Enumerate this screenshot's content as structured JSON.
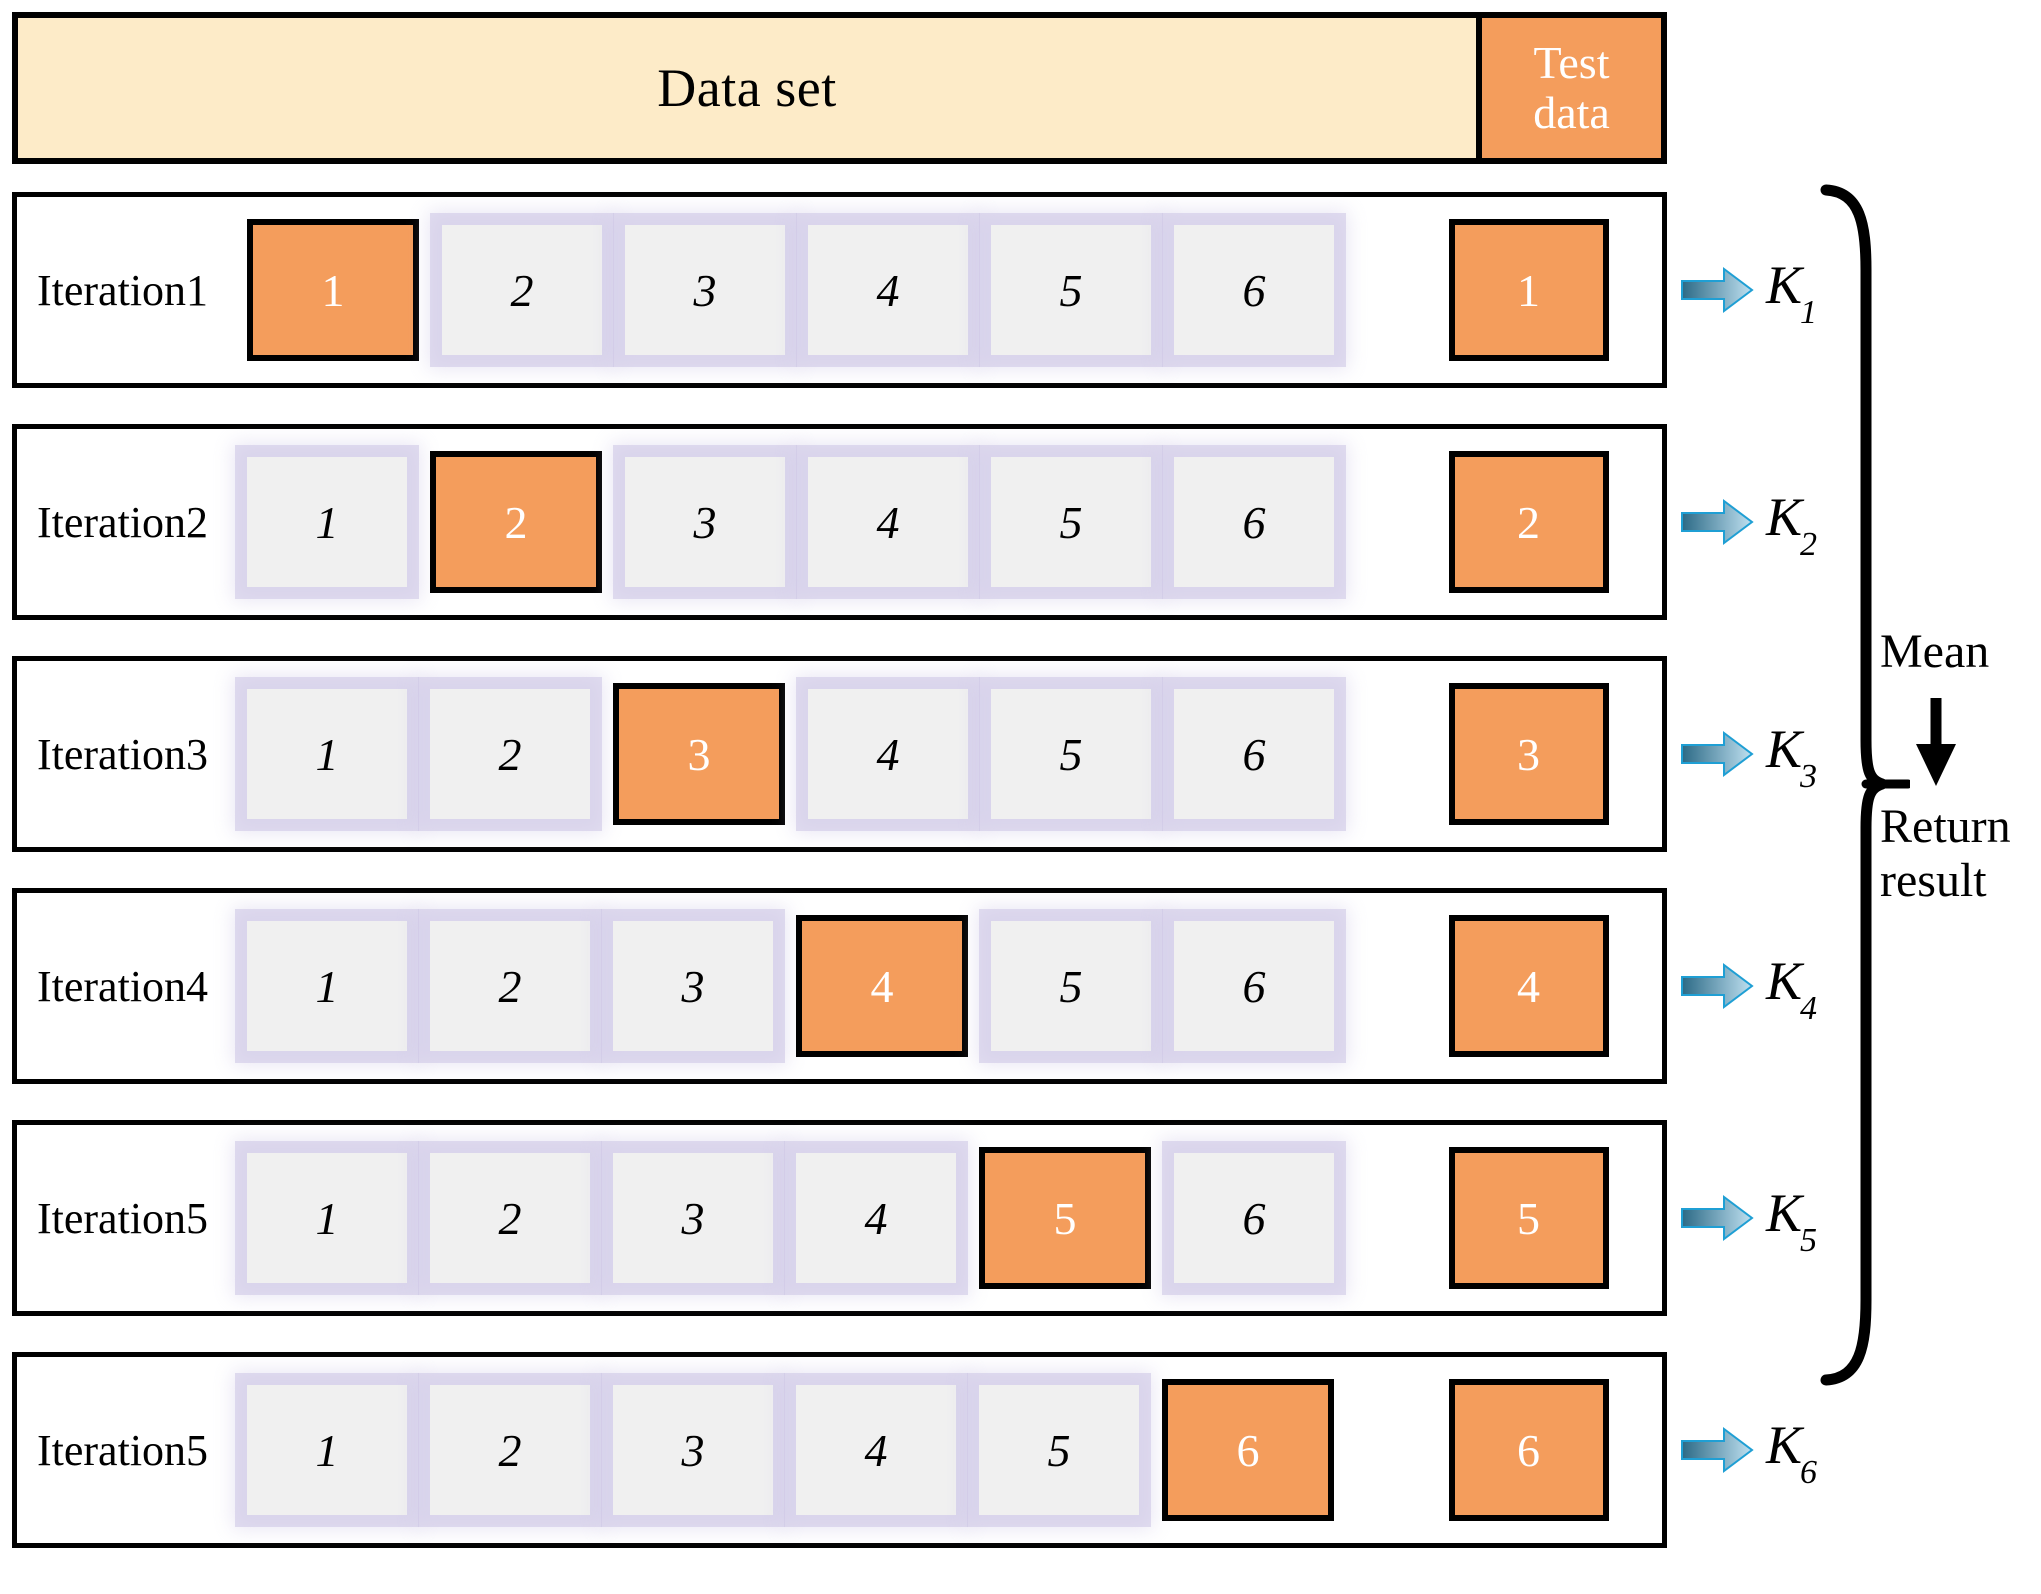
{
  "header": {
    "dataset_label": "Data set",
    "test_label_line1": "Test",
    "test_label_line2": "data"
  },
  "colors": {
    "orange_fill": "#F49D5C",
    "cream_fill": "#FDEBC8",
    "cell_fill": "#F0F0F0",
    "cell_glow": "#CEC8E6",
    "border": "#000000",
    "arrow_blue_light": "#BFE0F0",
    "arrow_blue_dark": "#2C6A86",
    "arrow_outline": "#1F9FD4"
  },
  "fold_numbers": [
    "1",
    "2",
    "3",
    "4",
    "5",
    "6"
  ],
  "rows": [
    {
      "label": "Iteration1",
      "cells": [
        "1",
        "2",
        "3",
        "4",
        "5",
        "6"
      ],
      "highlight_index": 0,
      "test_value": "1",
      "k_label": "K",
      "k_sub": "1"
    },
    {
      "label": "Iteration2",
      "cells": [
        "1",
        "2",
        "3",
        "4",
        "5",
        "6"
      ],
      "highlight_index": 1,
      "test_value": "2",
      "k_label": "K",
      "k_sub": "2"
    },
    {
      "label": "Iteration3",
      "cells": [
        "1",
        "2",
        "3",
        "4",
        "5",
        "6"
      ],
      "highlight_index": 2,
      "test_value": "3",
      "k_label": "K",
      "k_sub": "3"
    },
    {
      "label": "Iteration4",
      "cells": [
        "1",
        "2",
        "3",
        "4",
        "5",
        "6"
      ],
      "highlight_index": 3,
      "test_value": "4",
      "k_label": "K",
      "k_sub": "4"
    },
    {
      "label": "Iteration5",
      "cells": [
        "1",
        "2",
        "3",
        "4",
        "5",
        "6"
      ],
      "highlight_index": 4,
      "test_value": "5",
      "k_label": "K",
      "k_sub": "5"
    },
    {
      "label": "Iteration5",
      "cells": [
        "1",
        "2",
        "3",
        "4",
        "5",
        "6"
      ],
      "highlight_index": 5,
      "test_value": "6",
      "k_label": "K",
      "k_sub": "6"
    }
  ],
  "aggregate": {
    "mean_label": "Mean",
    "return_line1": "Return",
    "return_line2": "result"
  }
}
